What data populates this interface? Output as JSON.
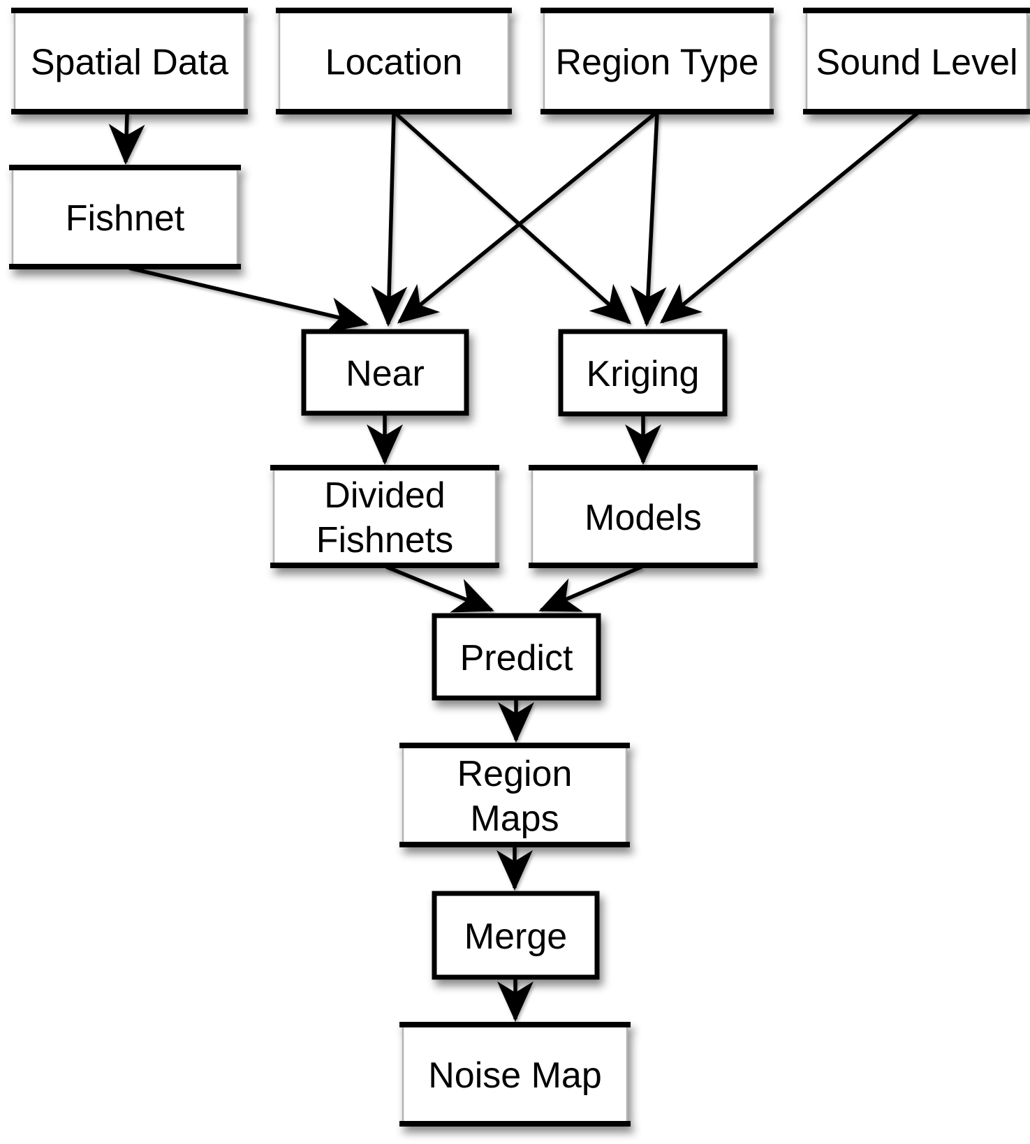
{
  "diagram": {
    "kind": "flowchart",
    "background_color": "#ffffff",
    "line_color": "#000000",
    "box_fill_color": "#ffffff",
    "box_side_edge_color": "#b4b4b4",
    "nodes": [
      {
        "id": "spatial_data",
        "label": "Spatial Data",
        "kind": "data"
      },
      {
        "id": "location",
        "label": "Location",
        "kind": "data"
      },
      {
        "id": "region_type",
        "label": "Region Type",
        "kind": "data"
      },
      {
        "id": "sound_level",
        "label": "Sound Level",
        "kind": "data"
      },
      {
        "id": "fishnet",
        "label": "Fishnet",
        "kind": "data"
      },
      {
        "id": "near",
        "label": "Near",
        "kind": "process"
      },
      {
        "id": "kriging",
        "label": "Kriging",
        "kind": "process"
      },
      {
        "id": "divided_fishnets",
        "label": "Divided\nFishnets",
        "kind": "data"
      },
      {
        "id": "models",
        "label": "Models",
        "kind": "data"
      },
      {
        "id": "predict",
        "label": "Predict",
        "kind": "process"
      },
      {
        "id": "region_maps",
        "label": "Region\nMaps",
        "kind": "data"
      },
      {
        "id": "merge",
        "label": "Merge",
        "kind": "process"
      },
      {
        "id": "noise_map",
        "label": "Noise Map",
        "kind": "data"
      }
    ],
    "edges": [
      {
        "from": "spatial_data",
        "to": "fishnet"
      },
      {
        "from": "location",
        "to": "near"
      },
      {
        "from": "location",
        "to": "kriging"
      },
      {
        "from": "region_type",
        "to": "near"
      },
      {
        "from": "region_type",
        "to": "kriging"
      },
      {
        "from": "sound_level",
        "to": "kriging"
      },
      {
        "from": "fishnet",
        "to": "near"
      },
      {
        "from": "near",
        "to": "divided_fishnets"
      },
      {
        "from": "kriging",
        "to": "models"
      },
      {
        "from": "divided_fishnets",
        "to": "predict"
      },
      {
        "from": "models",
        "to": "predict"
      },
      {
        "from": "predict",
        "to": "region_maps"
      },
      {
        "from": "region_maps",
        "to": "merge"
      },
      {
        "from": "merge",
        "to": "noise_map"
      }
    ]
  }
}
